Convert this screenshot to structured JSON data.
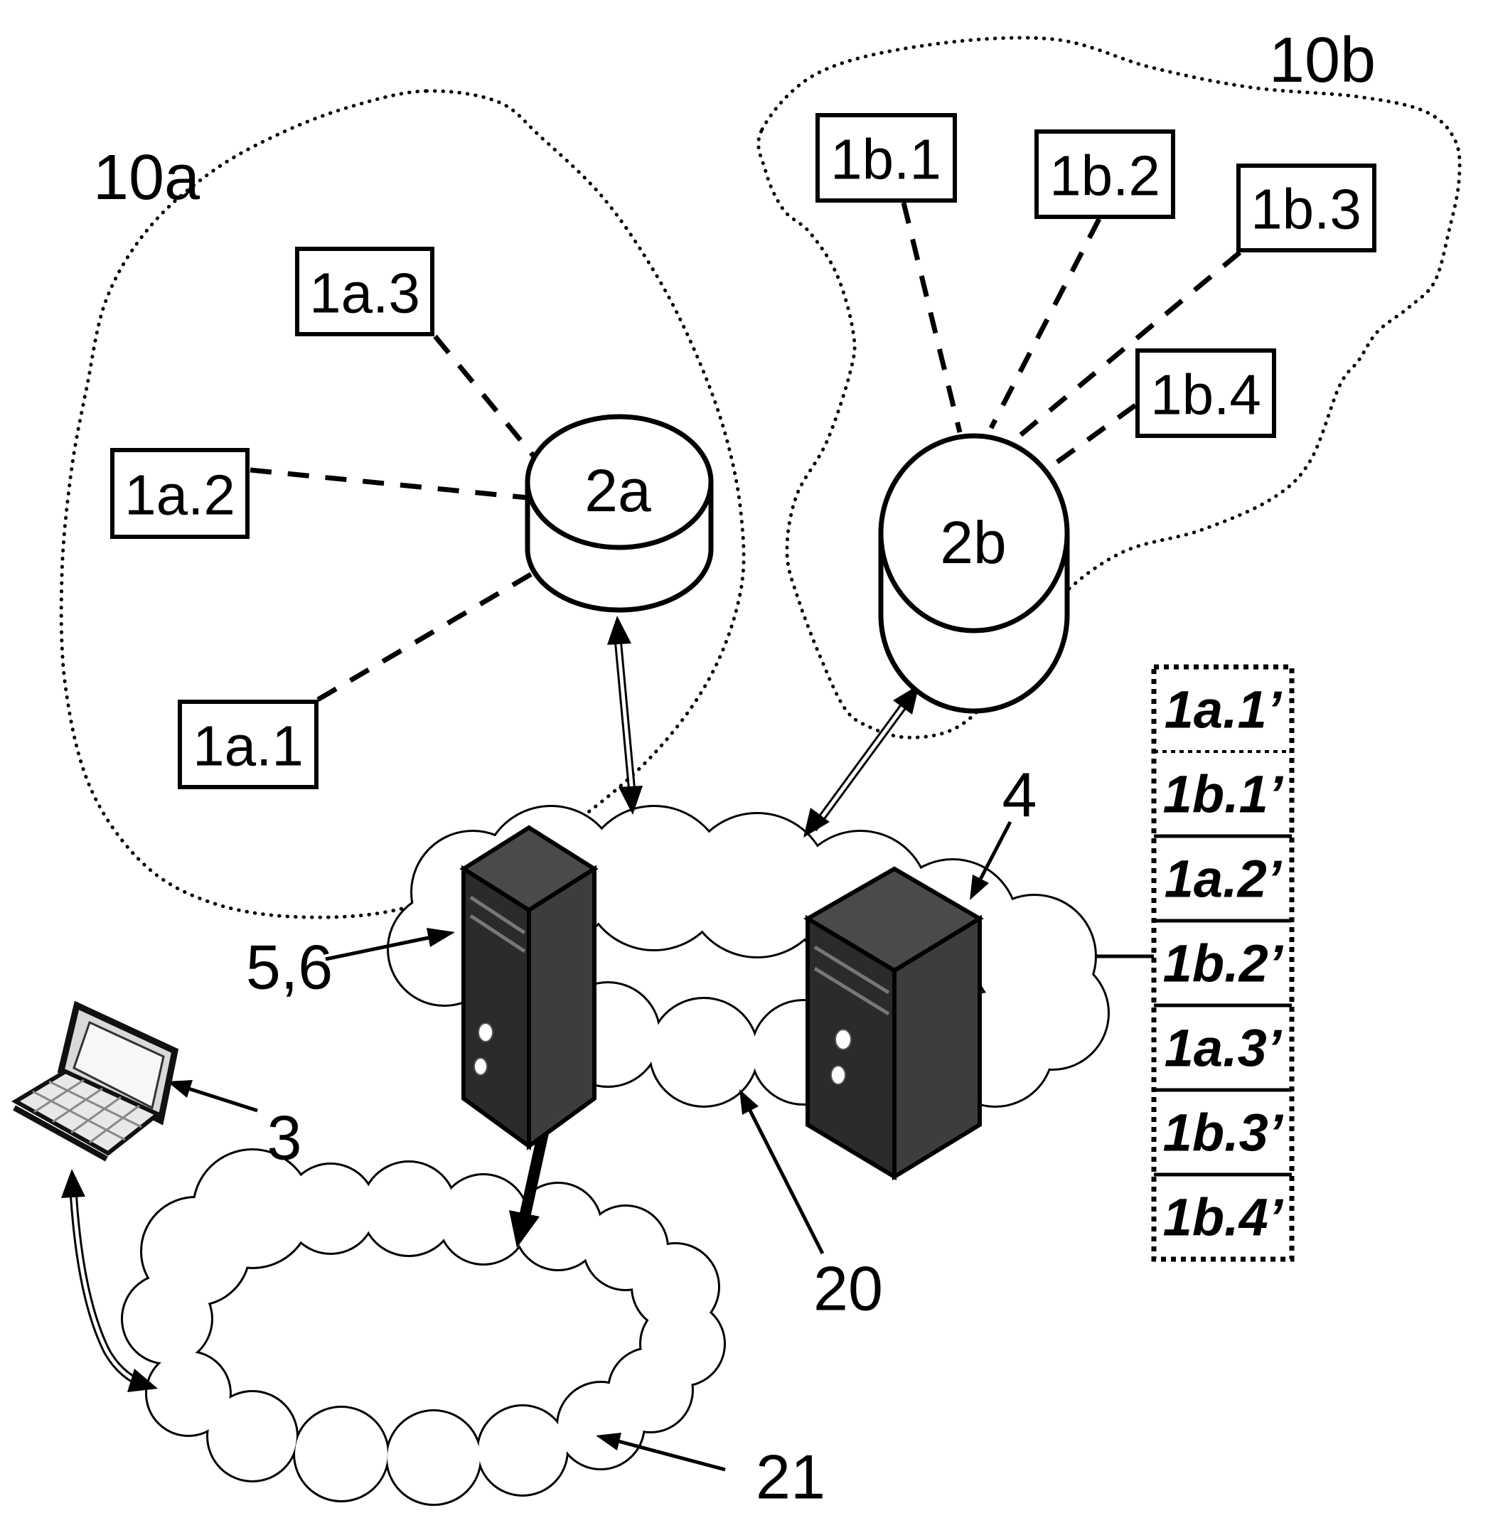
{
  "figure": {
    "regions": {
      "a": {
        "label": "10a"
      },
      "b": {
        "label": "10b"
      }
    },
    "network_a": {
      "devices": [
        {
          "label": "1a.1"
        },
        {
          "label": "1a.2"
        },
        {
          "label": "1a.3"
        }
      ],
      "database": {
        "label": "2a"
      }
    },
    "network_b": {
      "devices": [
        {
          "label": "1b.1"
        },
        {
          "label": "1b.2"
        },
        {
          "label": "1b.3"
        },
        {
          "label": "1b.4"
        }
      ],
      "database": {
        "label": "2b"
      }
    },
    "servers": {
      "proxy": {
        "label": "5,6"
      },
      "storage": {
        "label": "4"
      }
    },
    "client": {
      "label": "3"
    },
    "clouds": {
      "wan": {
        "label": "20"
      },
      "access": {
        "label": "21"
      }
    },
    "record_table": {
      "rows": [
        {
          "label": "1a.1’"
        },
        {
          "label": "1b.1’"
        },
        {
          "label": "1a.2’"
        },
        {
          "label": "1b.2’"
        },
        {
          "label": "1a.3’"
        },
        {
          "label": "1b.3’"
        },
        {
          "label": "1b.4’"
        }
      ]
    },
    "colors": {
      "ink": "#000000",
      "paper": "#ffffff",
      "server_front": "#2b2b2b",
      "server_side": "#3d3d3d",
      "server_top": "#4a4a4a"
    }
  }
}
